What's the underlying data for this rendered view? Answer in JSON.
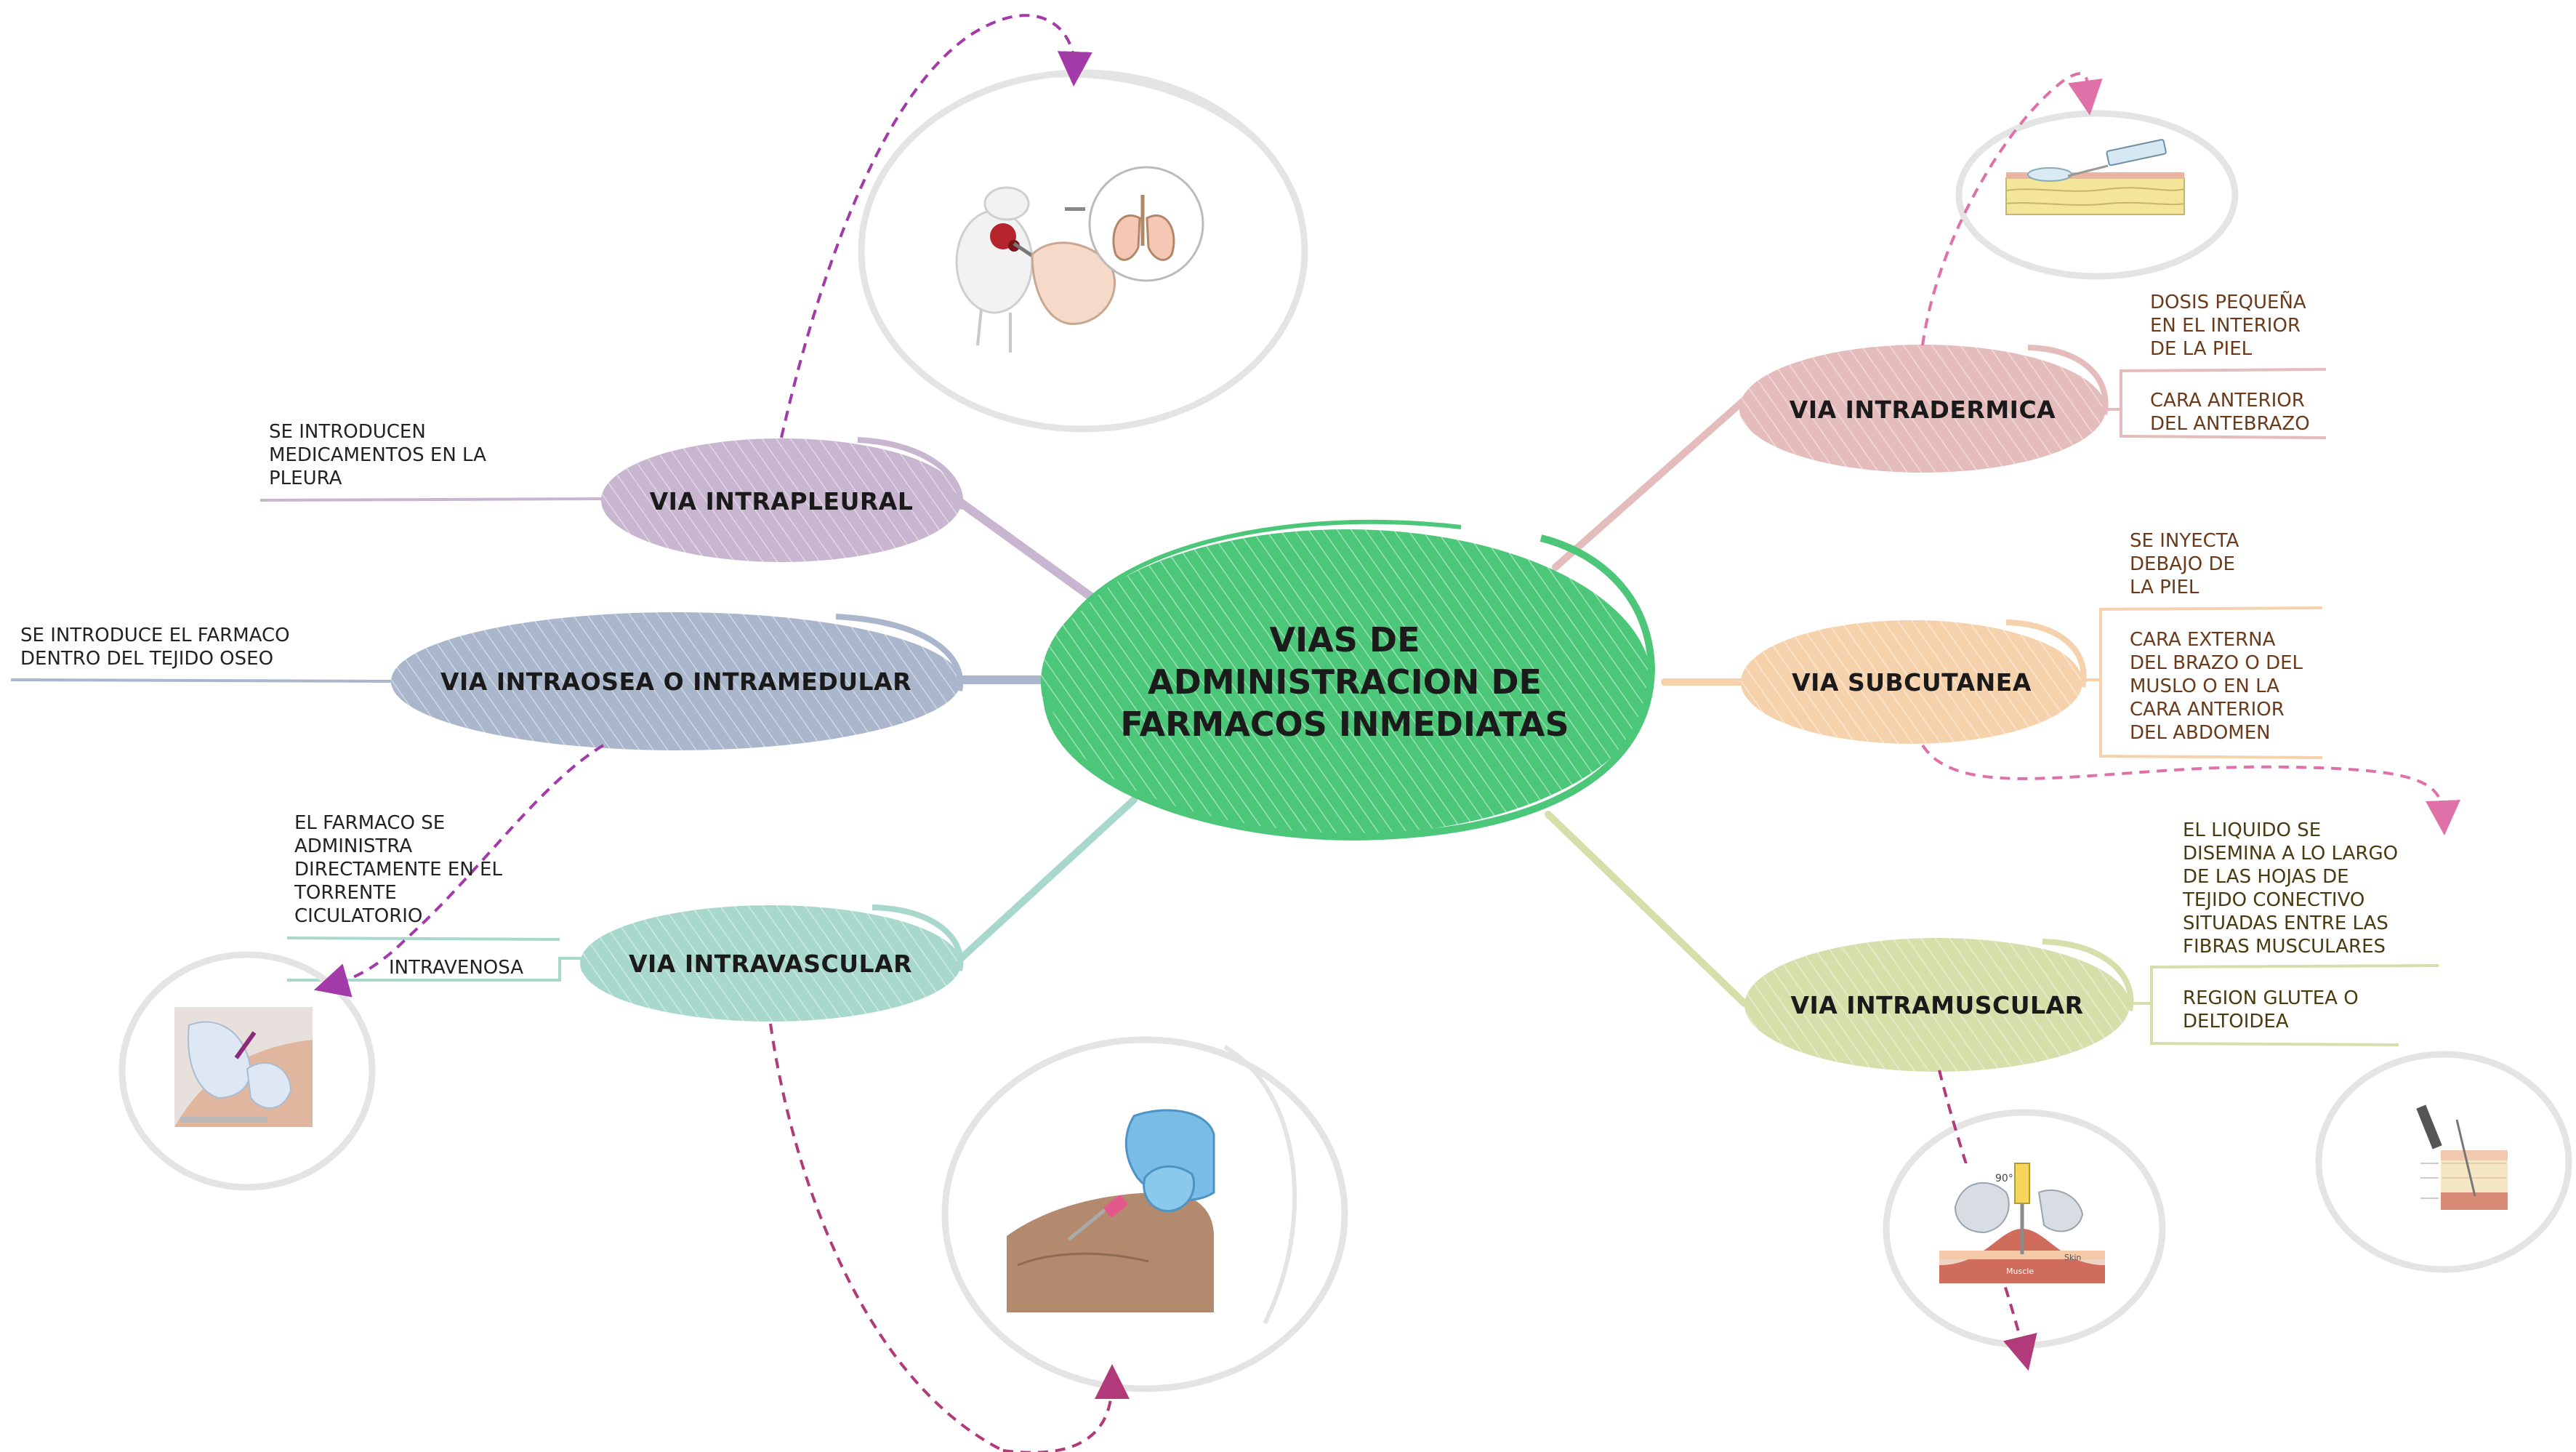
{
  "central": {
    "title": "VIAS DE\nADMINISTRACION DE\nFARMACOS INMEDIATAS",
    "color": "#4cc77a"
  },
  "branches": {
    "intrapleural": {
      "label": "VIA INTRAPLEURAL",
      "color": "#c8b6d0",
      "notes": [
        "SE INTRODUCEN\nMEDICAMENTOS EN LA\nPLEURA"
      ]
    },
    "intraosea": {
      "label": "VIA INTRAOSEA O INTRAMEDULAR",
      "color": "#a9b6cc",
      "notes": [
        "SE INTRODUCE EL FARMACO\nDENTRO DEL TEJIDO OSEO"
      ]
    },
    "intravascular": {
      "label": "VIA INTRAVASCULAR",
      "color": "#a8d8cc",
      "notes": [
        "EL FARMACO SE\nADMINISTRA\nDIRECTAMENTE EN EL\nTORRENTE\nCICULATORIO",
        "INTRAVENOSA"
      ]
    },
    "intradermica": {
      "label": "VIA INTRADERMICA",
      "color": "#e4bcbc",
      "notes": [
        "DOSIS PEQUEÑA\nEN EL INTERIOR\nDE LA PIEL",
        "CARA ANTERIOR\nDEL ANTEBRAZO"
      ]
    },
    "subcutanea": {
      "label": "VIA SUBCUTANEA",
      "color": "#f5d2ac",
      "notes": [
        "SE INYECTA\nDEBAJO DE\nLA PIEL",
        "CARA EXTERNA\nDEL BRAZO O DEL\nMUSLO O EN LA\nCARA ANTERIOR\nDEL ABDOMEN"
      ]
    },
    "intramuscular": {
      "label": "VIA INTRAMUSCULAR",
      "color": "#d6deaa",
      "notes": [
        "EL LIQUIDO SE\nDISEMINA A LO LARGO\nDE LAS HOJAS DE\nTEJIDO CONECTIVO\nSITUADAS ENTRE LAS\nFIBRAS MUSCULARES",
        "REGION GLUTEA O\nDELTOIDEA"
      ]
    }
  },
  "images": {
    "rat_lungs": "rat-injection-lungs-illustration",
    "intradermal": "intradermal-injection-skin-illustration",
    "iv_hand": "gloved-hand-injection-photo",
    "iv_arm": "iv-catheter-arm-photo",
    "im_90": "intramuscular-90-degree-illustration",
    "im_layers": "skin-layers-syringe-illustration",
    "im_90_labels": [
      "90°",
      "Muscle",
      "Skin"
    ]
  },
  "colors": {
    "dash_purple": "#a23aa8",
    "dash_pink": "#e070a8",
    "dash_magenta": "#b03a7a",
    "frame_gray": "#e4e4e4"
  }
}
